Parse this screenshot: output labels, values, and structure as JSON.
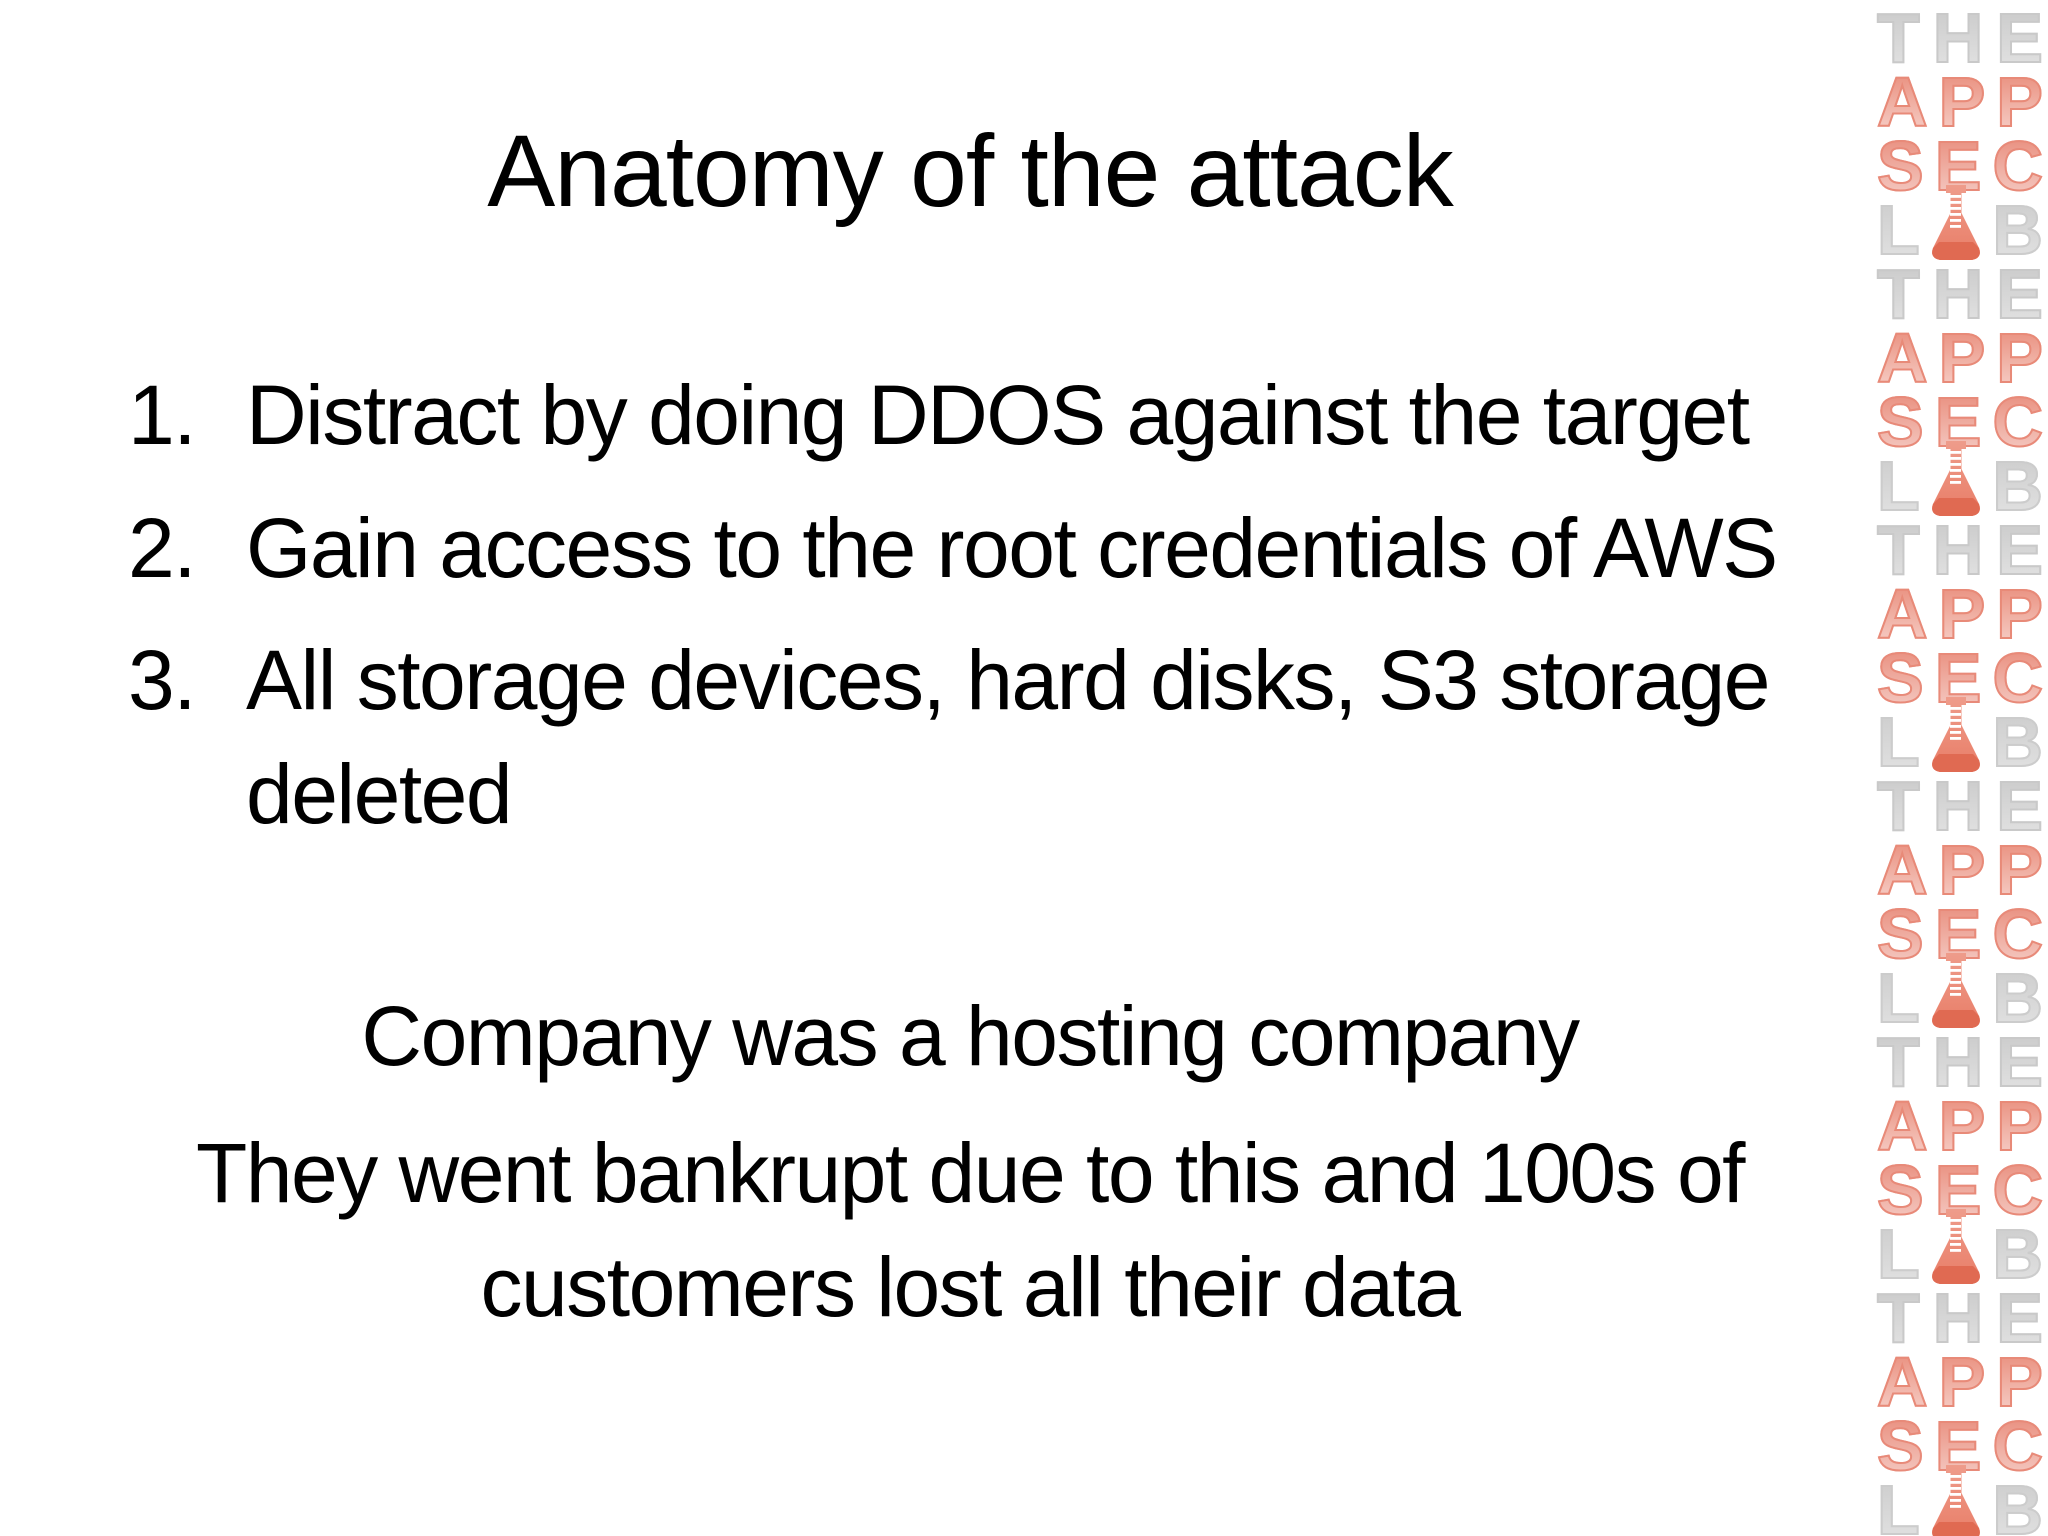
{
  "slide": {
    "title": "Anatomy of the attack",
    "numbered_list": [
      {
        "number": "1.",
        "lines": [
          "Distract by doing DDOS against the target"
        ]
      },
      {
        "number": "2.",
        "lines": [
          "Gain access to the root credentials of AWS"
        ]
      },
      {
        "number": "3.",
        "lines": [
          "All storage devices, hard disks, S3 storage",
          "deleted"
        ]
      }
    ],
    "paragraphs": [
      {
        "lines": [
          "Company was a hosting company"
        ]
      },
      {
        "lines": [
          "They went bankrupt due to this and 100s of",
          "customers lost all their data"
        ]
      }
    ],
    "text_color": "#000000",
    "background_color": "#ffffff"
  },
  "watermark": {
    "repeat": 6,
    "words": [
      {
        "text": "THE",
        "color_top": "#c9c9c9",
        "color_bottom": "#e3e3e3"
      },
      {
        "text": "APP",
        "color_top": "#e88a78",
        "color_bottom": "#f7d2cb"
      },
      {
        "text": "SEC",
        "color_top": "#e8costom",
        "color_bottom": "#f5cdc6"
      },
      {
        "text": "LAB",
        "color_top": "#cccccc",
        "color_bottom": "#e2e2e2",
        "flask": true
      }
    ],
    "flask_icon": {
      "name": "erlenmeyer-flask-icon",
      "body_top": "#ee9c8b",
      "body_bottom": "#e97d67",
      "base": "#e06a52",
      "tick": "#ffffff"
    }
  }
}
